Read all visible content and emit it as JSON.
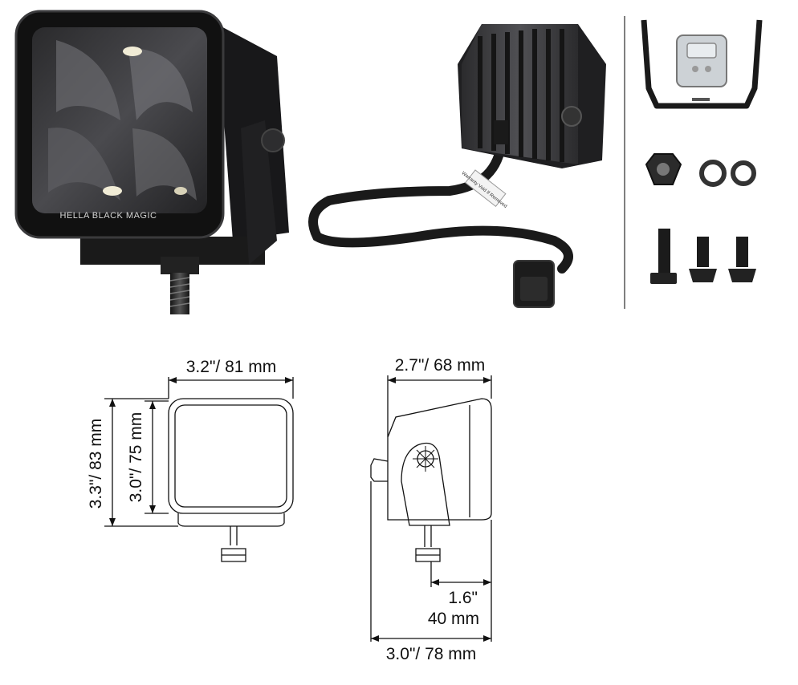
{
  "product": {
    "brand_print": "HELLA BLACK MAGIC",
    "label_tag": "Warranty Void If Removed"
  },
  "images": {
    "front_view": "light-front-icon",
    "rear_view": "light-rear-with-cable-icon",
    "bracket": "mounting-bracket-icon",
    "nut": "hex-nut-icon",
    "washer": "lock-washer-icon",
    "bolts": "bolt-icon"
  },
  "dimensions": {
    "front_width": "3.2\"/ 81 mm",
    "front_height_outer": "3.3\"/ 83 mm",
    "front_height_inner": "3.0\"/ 75 mm",
    "side_depth": "2.7\"/ 68 mm",
    "side_offset_in": "1.6\"",
    "side_offset_mm": "40 mm",
    "side_total": "3.0\"/ 78 mm"
  },
  "colors": {
    "housing": "#1c1c1e",
    "housing_edge": "#3a3a3c",
    "line": "#111111"
  }
}
